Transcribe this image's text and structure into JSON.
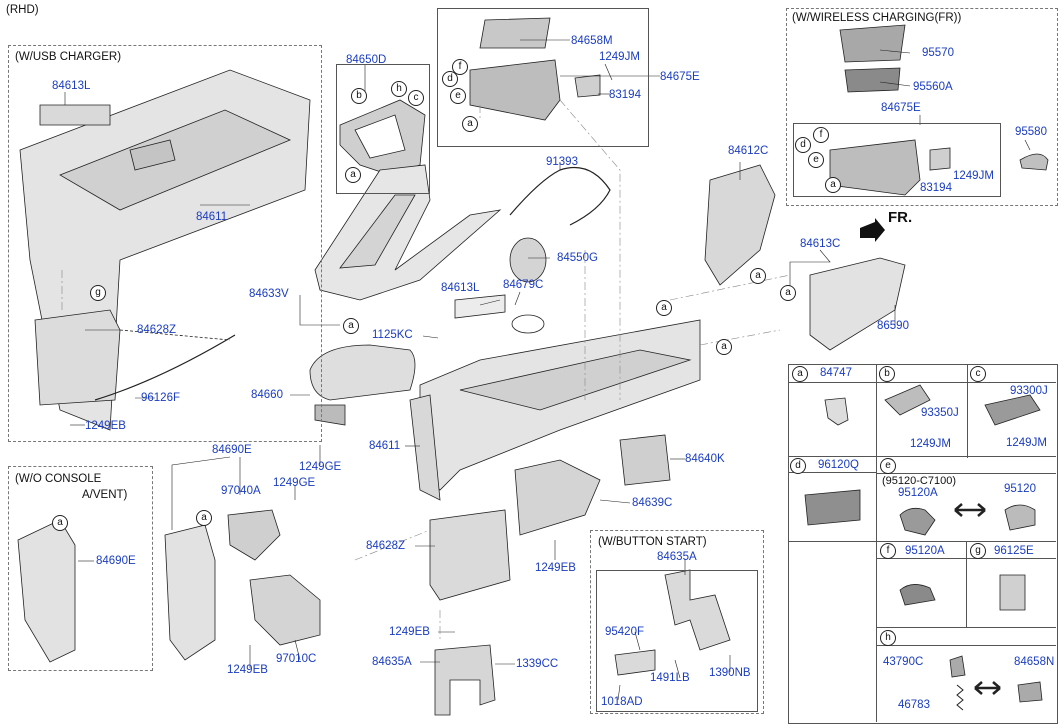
{
  "header": {
    "variant": "(RHD)"
  },
  "groups": {
    "usb_charger": "(W/USB CHARGER)",
    "wireless_charging": "(W/WIRELESS CHARGING(FR))",
    "wo_console_1": "(W/O CONSOLE",
    "wo_console_2": "A/VENT)",
    "button_start": "(W/BUTTON START)"
  },
  "direction": "FR.",
  "parts": {
    "p84613L_a": "84613L",
    "p84611_a": "84611",
    "p84628Z_a": "84628Z",
    "p96126F": "96126F",
    "p1249EB_a": "1249EB",
    "p84650D": "84650D",
    "p84633V": "84633V",
    "p84658M": "84658M",
    "p1249JM_a": "1249JM",
    "p84675E_a": "84675E",
    "p83194_a": "83194",
    "p91393": "91393",
    "p84550G": "84550G",
    "p84612C": "84612C",
    "p95570": "95570",
    "p95560A": "95560A",
    "p84675E_b": "84675E",
    "p95580": "95580",
    "p83194_b": "83194",
    "p1249JM_b": "1249JM",
    "p84613C": "84613C",
    "p86590": "86590",
    "p84613L_b": "84613L",
    "p84679C": "84679C",
    "p1125KC": "1125KC",
    "p84660": "84660",
    "p1249GE_a": "1249GE",
    "p84611_b": "84611",
    "p84640K": "84640K",
    "p84639C": "84639C",
    "p84628Z_b": "84628Z",
    "p1249EB_b": "1249EB",
    "p1249EB_c": "1249EB",
    "p84635A_a": "84635A",
    "p1339CC": "1339CC",
    "p84690E_a": "84690E",
    "p97040A": "97040A",
    "p1249GE_b": "1249GE",
    "p97010C": "97010C",
    "p1249EB_d": "1249EB",
    "p84690E_b": "84690E",
    "p84635A_b": "84635A",
    "p95420F": "95420F",
    "p1491LB": "1491LB",
    "p1390NB": "1390NB",
    "p1018AD": "1018AD"
  },
  "table": {
    "a": {
      "letter": "a",
      "part": "84747"
    },
    "b": {
      "letter": "b",
      "part1": "93350J",
      "part2": "1249JM"
    },
    "c": {
      "letter": "c",
      "part1": "93300J",
      "part2": "1249JM"
    },
    "d": {
      "letter": "d",
      "part": "96120Q"
    },
    "e": {
      "letter": "e",
      "note": "(95120-C7100)",
      "part1": "95120A",
      "part2": "95120"
    },
    "f": {
      "letter": "f",
      "part": "95120A"
    },
    "g": {
      "letter": "g",
      "part": "96125E"
    },
    "h": {
      "letter": "h",
      "part1": "43790C",
      "part2": "84658N",
      "part3": "46783"
    }
  },
  "callouts": {
    "a": "a",
    "b": "b",
    "c": "c",
    "d": "d",
    "e": "e",
    "f": "f",
    "g": "g",
    "h": "h"
  },
  "colors": {
    "label": "#1a3cbf",
    "line": "#222222",
    "part_fill": "#d6d6d6",
    "part_dark": "#9a9a9a"
  }
}
